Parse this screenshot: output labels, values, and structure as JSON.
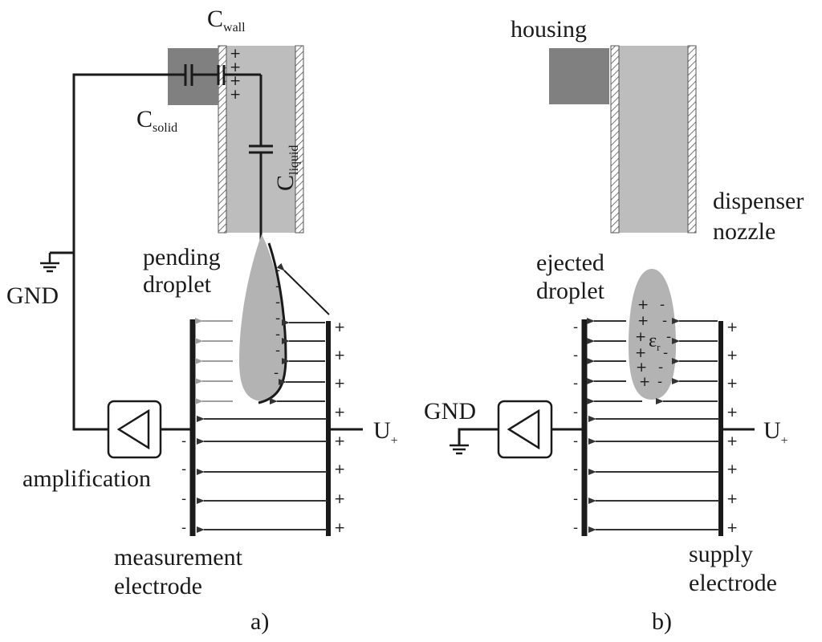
{
  "labels": {
    "c_wall_main": "C",
    "c_wall_sub": "wall",
    "c_solid_main": "C",
    "c_solid_sub": "solid",
    "c_liquid_main": "C",
    "c_liquid_sub": "liquid",
    "gnd_a": "GND",
    "pending_line1": "pending",
    "pending_line2": "droplet",
    "amplification": "amplification",
    "measurement_line1": "measurement",
    "measurement_line2": "electrode",
    "u_plus_a_main": "U",
    "u_plus_a_sub": "+",
    "panel_a": "a)",
    "housing": "housing",
    "dispenser_line1": "dispenser",
    "dispenser_line2": "nozzle",
    "ejected_line1": "ejected",
    "ejected_line2": "droplet",
    "gnd_b": "GND",
    "epsilon_main": "ε",
    "epsilon_sub": "r",
    "u_plus_b_main": "U",
    "u_plus_b_sub": "+",
    "supply_line1": "supply",
    "supply_line2": "electrode",
    "panel_b": "b)"
  },
  "signs": {
    "plus": "+",
    "minus": "-"
  },
  "colors": {
    "line": "#1a1a1a",
    "nozzle_fill": "#bdbdbd",
    "housing_fill": "#808080",
    "droplet_fill": "#b3b3b3",
    "arrow_dark": "#333333",
    "arrow_light": "#9e9e9e"
  }
}
